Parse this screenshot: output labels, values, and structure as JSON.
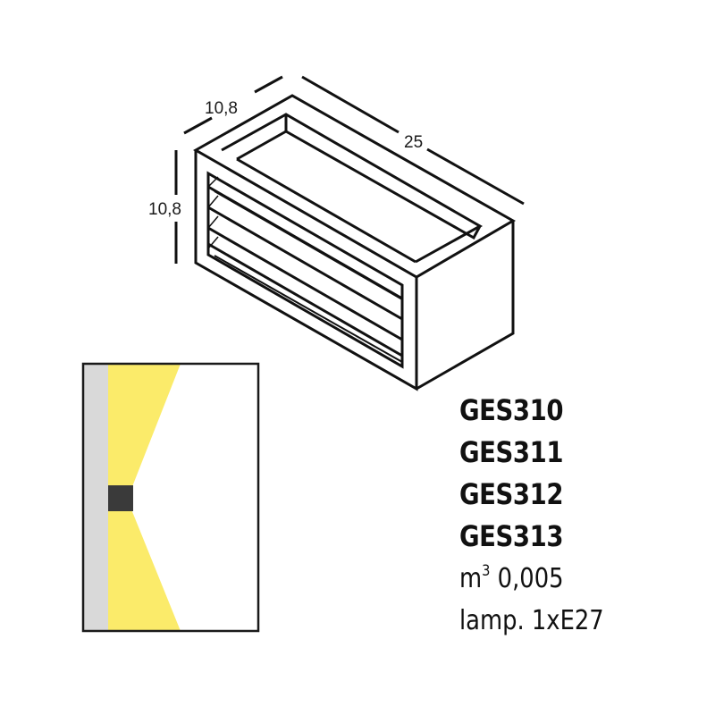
{
  "dimensions": {
    "depth": "10,8",
    "height": "10,8",
    "length": "25"
  },
  "models": [
    "GES310",
    "GES311",
    "GES312",
    "GES313"
  ],
  "volume": {
    "unit": "m",
    "exponent": "3",
    "value": "0,005"
  },
  "lamp": "lamp. 1xE27",
  "light_diagram": {
    "wall_color": "#d9d9d9",
    "beam_color": "#fbeb6a",
    "fixture_color": "#3a3a3a",
    "border_color": "#1a1a1a"
  }
}
